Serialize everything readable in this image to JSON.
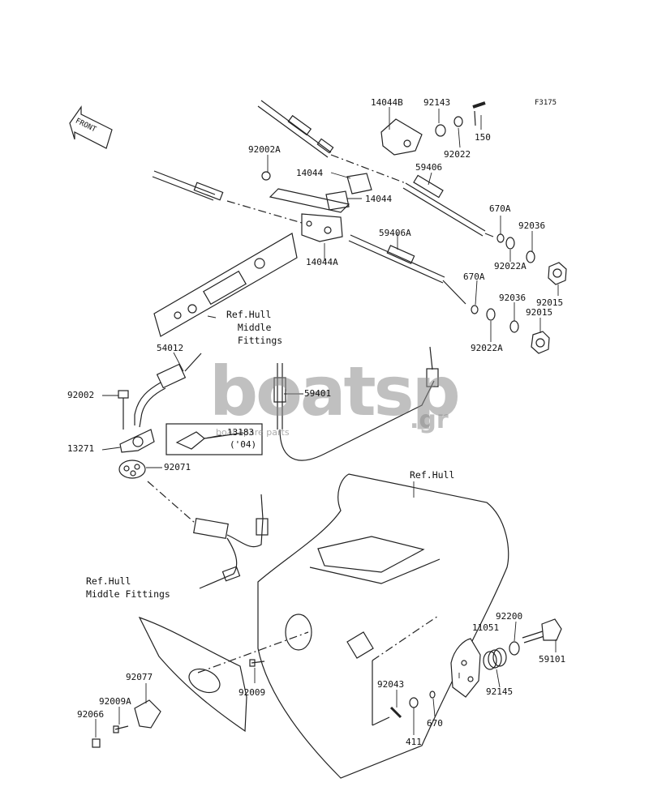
{
  "figure_code": "F3175",
  "front_label": "FRONT",
  "watermark": {
    "brand": "boatsp",
    "suffix": ".gr",
    "tagline": "boat spare parts"
  },
  "references": {
    "hull_middle_fittings_top": "Ref.Hull\n  Middle\n  Fittings",
    "hull": "Ref.Hull",
    "hull_middle_fittings_left": "Ref.Hull\nMiddle Fittings"
  },
  "parts": {
    "p14044B": "14044B",
    "p92143": "92143",
    "p150": "150",
    "p92022": "92022",
    "p59406": "59406",
    "p92002A": "92002A",
    "p14044_a": "14044",
    "p14044_b": "14044",
    "p14044A": "14044A",
    "p59406A": "59406A",
    "p670A_1": "670A",
    "p92036_1": "92036",
    "p92022A_1": "92022A",
    "p92015_1": "92015",
    "p670A_2": "670A",
    "p92036_2": "92036",
    "p92015_2": "92015",
    "p92022A_2": "92022A",
    "p54012": "54012",
    "p92002": "92002",
    "p59401": "59401",
    "p13271": "13271",
    "p13183": "13183",
    "p13183_note": "('04)",
    "p92071": "92071",
    "p11051": "11051",
    "p92200": "92200",
    "p59101": "59101",
    "p92145": "92145",
    "p92043": "92043",
    "p92077": "92077",
    "p92009": "92009",
    "p92009A": "92009A",
    "p92066": "92066",
    "p411": "411",
    "p670": "670"
  }
}
